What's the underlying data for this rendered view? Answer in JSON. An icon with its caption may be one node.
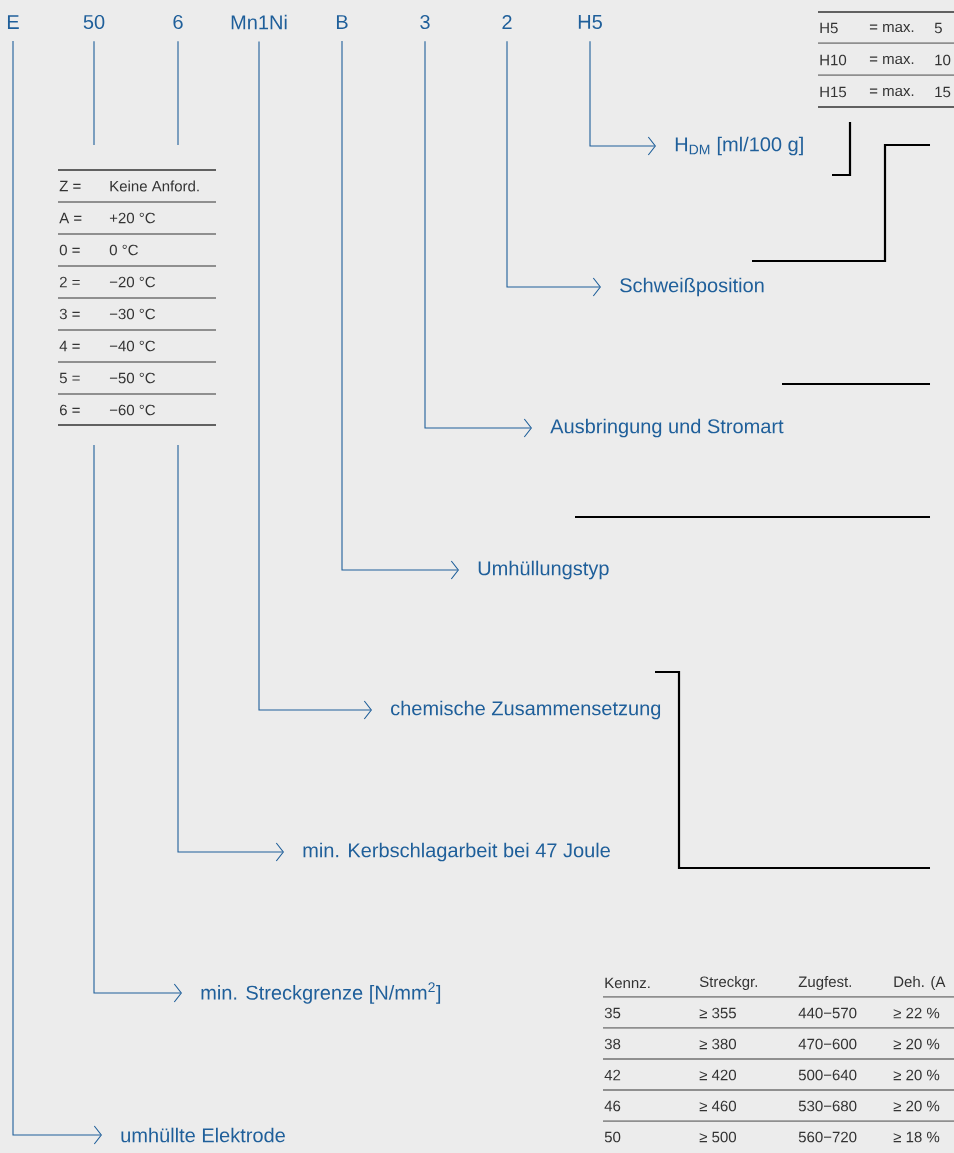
{
  "diagram": {
    "nodes": [
      {
        "text": [
          "E"
        ]
      },
      {
        "text": [
          "50"
        ]
      },
      {
        "text": [
          "6"
        ]
      },
      {
        "text": [
          "Mn1Ni"
        ]
      },
      {
        "text": [
          "B"
        ]
      },
      {
        "text": [
          "3"
        ]
      },
      {
        "text": [
          "2"
        ]
      },
      {
        "text": [
          "H5"
        ]
      },
      {
        "text": [
          "umhüllte Elektrode"
        ]
      },
      {
        "text": [
          "min. Streckgrenze [N/mm$^{2}$]"
        ]
      },
      {
        "text": [
          "min. Kerbschlagarbeit bei 47 Joule"
        ]
      },
      {
        "text": [
          "chemische Zusammensetzung"
        ]
      },
      {
        "text": [
          "Umhüllungstyp"
        ]
      },
      {
        "text": [
          "Ausbringung und Stromart"
        ]
      },
      {
        "text": [
          "Schweißposition"
        ]
      },
      {
        "text": [
          "H$_{DM}$ [ml/100 g]"
        ]
      }
    ],
    "edges": [
      {
        "from": 0,
        "to": 8,
        "arrow": "to"
      },
      {
        "from": 1,
        "to": 9,
        "arrow": "to"
      },
      {
        "from": 2,
        "to": 10,
        "arrow": "to"
      },
      {
        "from": 3,
        "to": 11,
        "arrow": "to"
      },
      {
        "from": 4,
        "to": 12,
        "arrow": "to"
      },
      {
        "from": 5,
        "to": 13,
        "arrow": "to"
      },
      {
        "from": 6,
        "to": 14,
        "arrow": "to"
      },
      {
        "from": 7,
        "to": 15,
        "arrow": "to"
      }
    ],
    "labels": [
      "Z =",
      "Keine Anford.",
      "A =",
      "+20 °C",
      "0 =",
      "0 °C",
      "2 =",
      "−20 °C",
      "3 =",
      "−30 °C",
      "4 =",
      "−40 °C",
      "5 =",
      "−50 °C",
      "6 =",
      "−60 °C",
      "H5",
      "= max.",
      "5",
      "H10",
      "= max.",
      "10",
      "H15",
      "= max.",
      "15",
      "Kennz.",
      "Streckgr.",
      "Zugfest.",
      "Deh. (A",
      "35",
      "≥ 355",
      "440−570",
      "≥ 22 %",
      "38",
      "≥ 380",
      "470−600",
      "≥ 20 %",
      "42",
      "≥ 420",
      "500−640",
      "≥ 20 %",
      "46",
      "≥ 460",
      "530−680",
      "≥ 20 %",
      "50",
      "≥ 500",
      "560−720",
      "≥ 18 %"
    ]
  }
}
